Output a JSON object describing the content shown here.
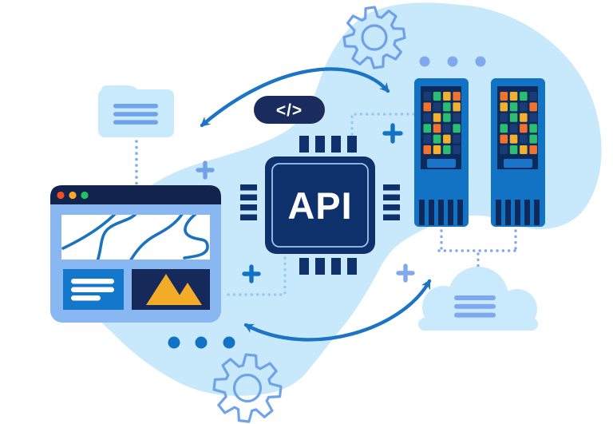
{
  "illustration": {
    "description": "API integration concept illustration",
    "labels": {
      "chip": "API",
      "code_badge": "</>"
    },
    "colors": {
      "blob": "#C8E9FB",
      "pale_blue": "#C9EAFC",
      "light_blue_frame": "#88B7F1",
      "soft_blue": "#6FA3E8",
      "muted_blue": "#7FA9EC",
      "blue": "#1273C4",
      "arrow_blue": "#1B74C5",
      "squiggle_blue": "#1B72C1",
      "box_blue": "#1377CC",
      "navy_bar": "#12234E",
      "navy_box": "#16295B",
      "badge_navy": "#1A2C5E",
      "chip_navy": "#0F316B",
      "server_panel_navy": "#0D2A5C",
      "amber": "#F2AC28",
      "traffic_red": "#F04E23",
      "traffic_yellow": "#FFA726",
      "traffic_green": "#22C35E",
      "white": "#FFFFFF"
    },
    "components": [
      "folder",
      "browser-window",
      "api-chip",
      "code-badge",
      "server-rack-left",
      "server-rack-right",
      "cloud",
      "gear-top",
      "gear-bottom",
      "exchange-arrow-top",
      "exchange-arrow-bottom"
    ]
  },
  "server_racks": {
    "palette": {
      "N": "#1A3C74",
      "G": "#2BBE70",
      "Y": "#F3B02C",
      "O": "#F2712E"
    },
    "left_pattern": [
      [
        "N",
        "G",
        "Y",
        "O"
      ],
      [
        "O",
        "N",
        "G",
        "Y"
      ],
      [
        "N",
        "Y",
        "G",
        "N"
      ],
      [
        "G",
        "O",
        "N",
        "G"
      ],
      [
        "N",
        "G",
        "Y",
        "N"
      ],
      [
        "O",
        "Y",
        "G",
        "N"
      ]
    ],
    "right_pattern": [
      [
        "O",
        "Y",
        "G",
        "N"
      ],
      [
        "Y",
        "G",
        "N",
        "O"
      ],
      [
        "N",
        "G",
        "Y",
        "N"
      ],
      [
        "G",
        "N",
        "O",
        "G"
      ],
      [
        "O",
        "Y",
        "N",
        "G"
      ],
      [
        "N",
        "G",
        "Y",
        "O"
      ]
    ]
  }
}
